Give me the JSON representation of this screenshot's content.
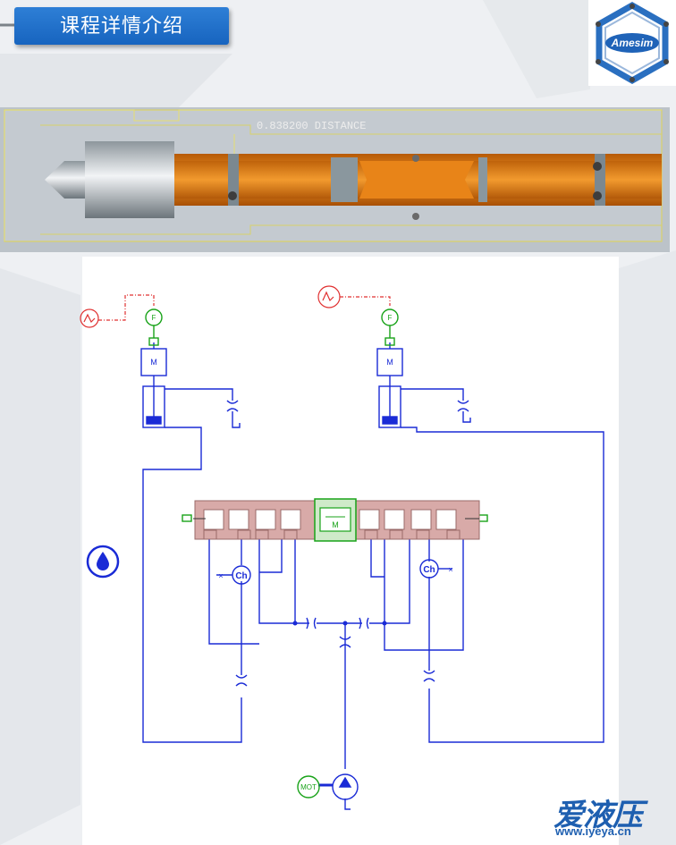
{
  "header": {
    "title": "课程详情介绍"
  },
  "logo": {
    "text": "Amesim"
  },
  "section_view": {
    "distance_label": "0.838200  DISTANCE"
  },
  "diagram": {
    "actuator_label": "M",
    "force_label": "F",
    "central_valve_label": "M",
    "check_left_label": "Ch",
    "check_right_label": "Ch",
    "motor_label": "MOT"
  },
  "watermark": {
    "brand": "爱液压",
    "url": "www.iyeya.cn"
  },
  "colors": {
    "accent": "#1a66c4",
    "hydraulic_line": "#1a2bd6",
    "signal_line": "#e03030",
    "valve_body": "#d8aaa8",
    "spool_orange": "#e07a12",
    "green_component": "#19a319"
  }
}
